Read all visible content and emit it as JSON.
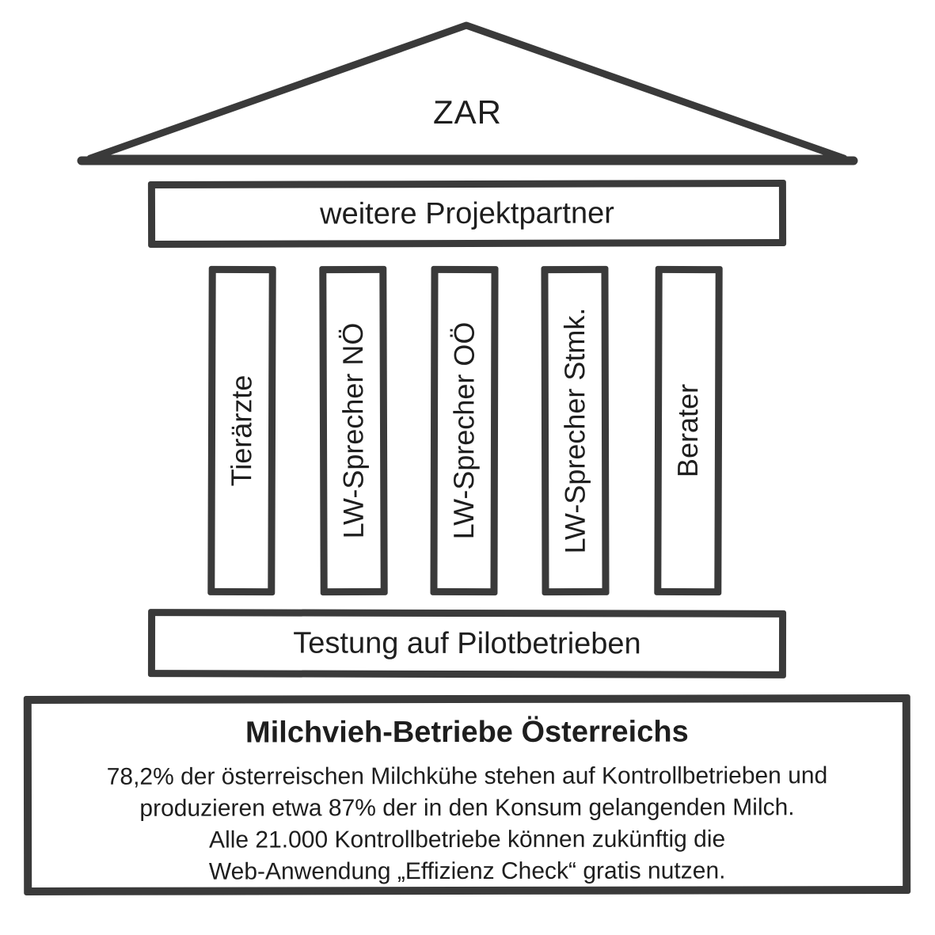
{
  "colors": {
    "ink": "#3a3a3a",
    "text": "#1e1e1e",
    "background": "#ffffff"
  },
  "roof": {
    "label": "ZAR"
  },
  "beams": {
    "top": "weitere Projektpartner",
    "bottom": "Testung auf Pilotbetrieben"
  },
  "pillars": [
    {
      "label": "Tierärzte"
    },
    {
      "label": "LW-Sprecher NÖ"
    },
    {
      "label": "LW-Sprecher OÖ"
    },
    {
      "label": "LW-Sprecher Stmk."
    },
    {
      "label": "Berater"
    }
  ],
  "base": {
    "title": "Milchvieh-Betriebe Österreichs",
    "lines": [
      "78,2% der österreischen Milchkühe stehen auf Kontrollbetrieben und",
      "produzieren etwa 87% der in den Konsum gelangenden Milch.",
      "Alle 21.000 Kontrollbetriebe können zukünftig die",
      "Web-Anwendung „Effizienz Check“ gratis nutzen."
    ]
  }
}
